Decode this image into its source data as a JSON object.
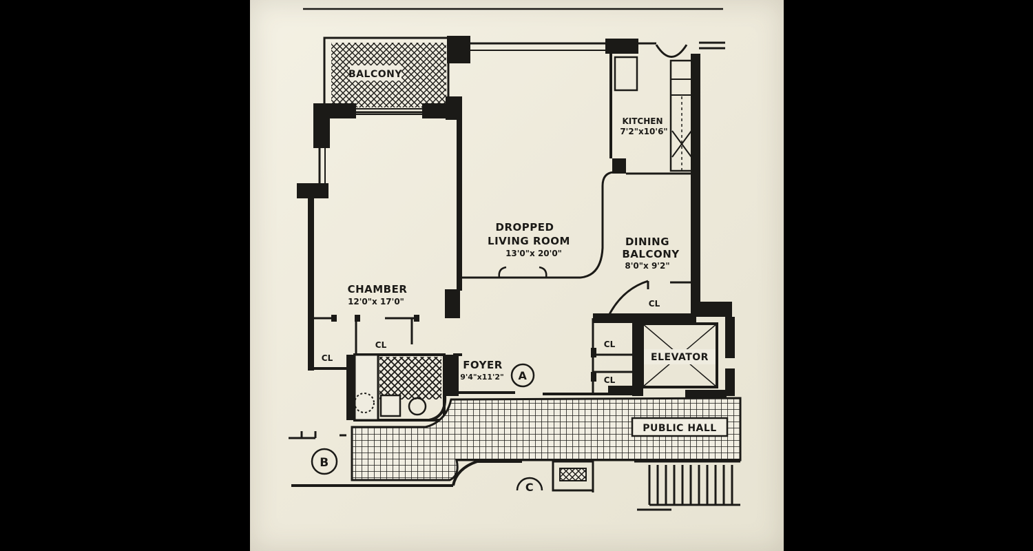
{
  "rooms": {
    "balcony": {
      "name": "BALCONY"
    },
    "living_room": {
      "name_line1": "DROPPED",
      "name_line2": "LIVING ROOM",
      "dims": "13'0\"x 20'0\""
    },
    "kitchen": {
      "name": "KITCHEN",
      "dims": "7'2\"x10'6\""
    },
    "dining": {
      "name_line1": "DINING",
      "name_line2": "BALCONY",
      "dims": "8'0\"x 9'2\""
    },
    "chamber": {
      "name": "CHAMBER",
      "dims": "12'0\"x 17'0\""
    },
    "foyer": {
      "name": "FOYER",
      "dims": "9'4\"x11'2\""
    },
    "elevator": {
      "name": "ELEVATOR"
    },
    "public_hall": {
      "name": "PUBLIC HALL"
    }
  },
  "closets": {
    "label": "CL"
  },
  "markers": {
    "a": "A",
    "b": "B",
    "c": "C"
  },
  "colors": {
    "ink": "#1b1a17",
    "paper": "#f1eee0",
    "background": "#000000"
  }
}
